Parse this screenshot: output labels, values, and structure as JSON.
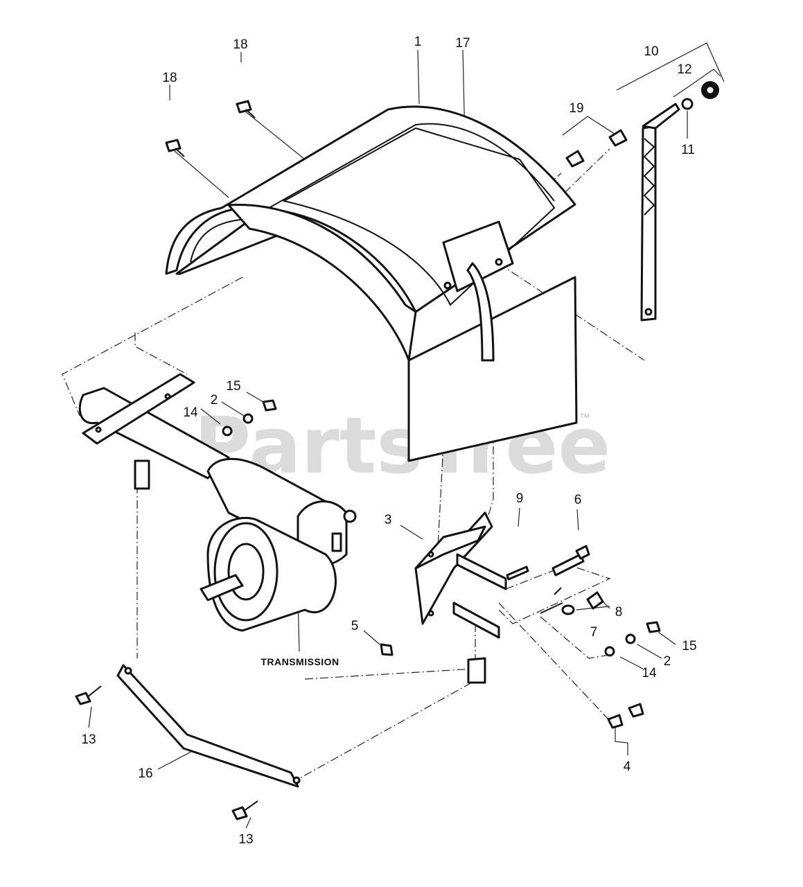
{
  "diagram": {
    "callouts": {
      "c1": "1",
      "c17": "17",
      "c18a": "18",
      "c18b": "18",
      "c19": "19",
      "c10": "10",
      "c12": "12",
      "c11": "11",
      "c15a": "15",
      "c2a": "2",
      "c14a": "14",
      "c9": "9",
      "c6": "6",
      "c3": "3",
      "c8": "8",
      "c7": "7",
      "c5": "5",
      "c15b": "15",
      "c2b": "2",
      "c14b": "14",
      "c13a": "13",
      "c13b": "13",
      "c16": "16",
      "c4": "4"
    },
    "transmission_label": "TRANSMISSION",
    "watermark": {
      "brand": "PartsTree",
      "trademark": "™"
    }
  }
}
